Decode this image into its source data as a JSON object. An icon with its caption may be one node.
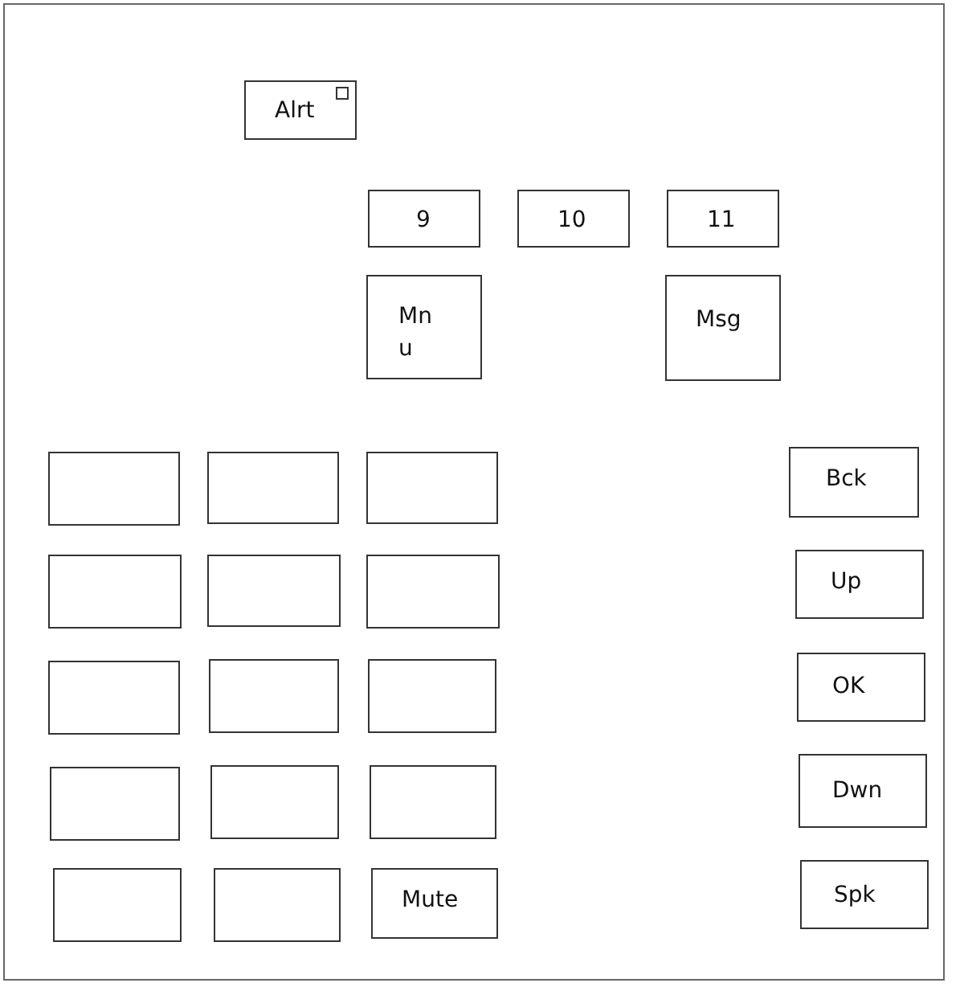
{
  "diagram": {
    "nodes": [
      {
        "text": [],
        "shape": "box"
      },
      {
        "text": [
          "Alrt"
        ],
        "in": 0
      },
      {
        "text": [],
        "shape": "box",
        "in": 1
      },
      {
        "text": [
          "9"
        ],
        "in": 0
      },
      {
        "text": [
          "10"
        ],
        "in": 0
      },
      {
        "text": [
          "11"
        ],
        "in": 0
      },
      {
        "text": [
          "Mnu"
        ],
        "in": 0
      },
      {
        "text": [
          "Msg"
        ],
        "in": 0
      },
      {
        "text": [],
        "shape": "box",
        "in": 0
      },
      {
        "text": [],
        "shape": "box",
        "in": 0
      },
      {
        "text": [],
        "shape": "box",
        "in": 0
      },
      {
        "text": [
          "Bck"
        ],
        "in": 0
      },
      {
        "text": [],
        "shape": "box",
        "in": 0
      },
      {
        "text": [],
        "shape": "box",
        "in": 0
      },
      {
        "text": [],
        "shape": "box",
        "in": 0
      },
      {
        "text": [
          "Up"
        ],
        "in": 0
      },
      {
        "text": [],
        "shape": "box",
        "in": 0
      },
      {
        "text": [],
        "shape": "box",
        "in": 0
      },
      {
        "text": [],
        "shape": "box",
        "in": 0
      },
      {
        "text": [
          "OK"
        ],
        "in": 0
      },
      {
        "text": [],
        "shape": "box",
        "in": 0
      },
      {
        "text": [],
        "shape": "box",
        "in": 0
      },
      {
        "text": [],
        "shape": "box",
        "in": 0
      },
      {
        "text": [
          "Dwn"
        ],
        "in": 0
      },
      {
        "text": [],
        "shape": "box",
        "in": 0
      },
      {
        "text": [],
        "shape": "box",
        "in": 0
      },
      {
        "text": [
          "Mute"
        ],
        "in": 0
      },
      {
        "text": [
          "Spk"
        ],
        "in": 0
      }
    ]
  }
}
